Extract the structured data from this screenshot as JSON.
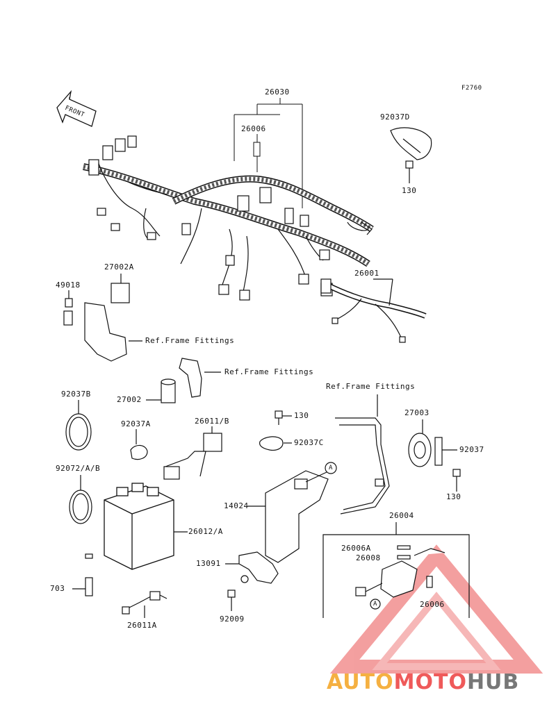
{
  "figure_code": "F2760",
  "front_label": "FRONT",
  "callout_letter": "A",
  "parts": {
    "p26030": "26030",
    "p26006_top": "26006",
    "p92037D": "92037D",
    "p130_top": "130",
    "p27002A": "27002A",
    "p49018": "49018",
    "p26001": "26001",
    "ref_frame_1": "Ref.Frame Fittings",
    "ref_frame_2": "Ref.Frame Fittings",
    "ref_frame_3": "Ref.Frame Fittings",
    "p92037B": "92037B",
    "p27002": "27002",
    "p92037A": "92037A",
    "p26011B": "26011/B",
    "p130_mid": "130",
    "p92037C": "92037C",
    "p27003": "27003",
    "p92037": "92037",
    "p130_low": "130",
    "p92072AB": "92072/A/B",
    "p26012A": "26012/A",
    "p14024": "14024",
    "p26004": "26004",
    "p26006A": "26006A",
    "p26008": "26008",
    "p26006_low": "26006",
    "p703": "703",
    "p13091": "13091",
    "p92009": "92009",
    "p26011A": "26011A"
  },
  "watermark": {
    "part1": "AUTO",
    "part2": "MOTO",
    "part3": "HUB",
    "color1": "#f5b041",
    "color2": "#ef5a5a",
    "color3": "#777777"
  }
}
